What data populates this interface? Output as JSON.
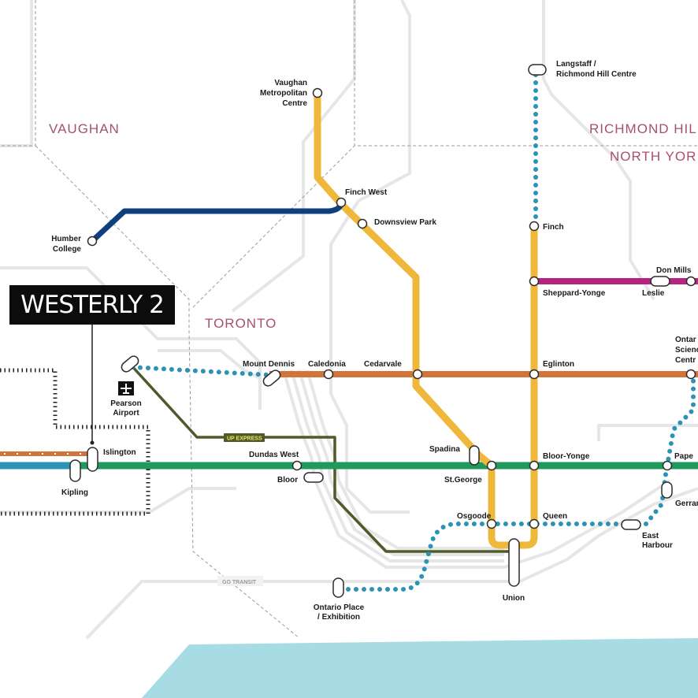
{
  "brand": {
    "name": "WESTERLY 2"
  },
  "regions": {
    "vaughan": "VAUGHAN",
    "toronto": "TORONTO",
    "richmond_hill": "RICHMOND HIL",
    "north_york": "NORTH YOR"
  },
  "line_labels": {
    "up_express": "UP EXPRESS",
    "go_transit": "GO TRANSIT"
  },
  "stations": {
    "langstaff_1": "Langstaff /",
    "langstaff_2": "Richmond Hill Centre",
    "vaughan_mc_1": "Vaughan",
    "vaughan_mc_2": "Metropolitan",
    "vaughan_mc_3": "Centre",
    "finch_west": "Finch West",
    "downsview_park": "Downsview Park",
    "humber_1": "Humber",
    "humber_2": "College",
    "finch": "Finch",
    "sheppard_yonge": "Sheppard-Yonge",
    "don_mills": "Don Mills",
    "leslie": "Leslie",
    "ontario_sc_1": "Ontar",
    "ontario_sc_2": "Scienc",
    "ontario_sc_3": "Centr",
    "mount_dennis": "Mount Dennis",
    "caledonia": "Caledonia",
    "cedarvale": "Cedarvale",
    "eglinton": "Eglinton",
    "pearson_1": "Pearson",
    "pearson_2": "Airport",
    "islington": "Islington",
    "kipling": "Kipling",
    "dundas_west": "Dundas West",
    "bloor": "Bloor",
    "spadina": "Spadina",
    "st_george": "St.George",
    "bloor_yonge": "Bloor-Yonge",
    "pape": "Pape",
    "gerrard": "Gerrar",
    "osgoode": "Osgoode",
    "queen": "Queen",
    "east_harbour_1": "East",
    "east_harbour_2": "Harbour",
    "union": "Union",
    "ontario_place_1": "Ontario Place",
    "ontario_place_2": "/ Exhibition"
  },
  "colors": {
    "line1_yellow": "#f0b83a",
    "line2_green": "#1e9a5a",
    "line4_magenta": "#b5247f",
    "line5_orange": "#d0743c",
    "line6_navy": "#0f3f7c",
    "ontario_line_blue": "#2a93b6",
    "up_express": "#4f5a2a",
    "lake": "#a8dce5"
  },
  "icons": {
    "airport": "airplane-icon"
  }
}
